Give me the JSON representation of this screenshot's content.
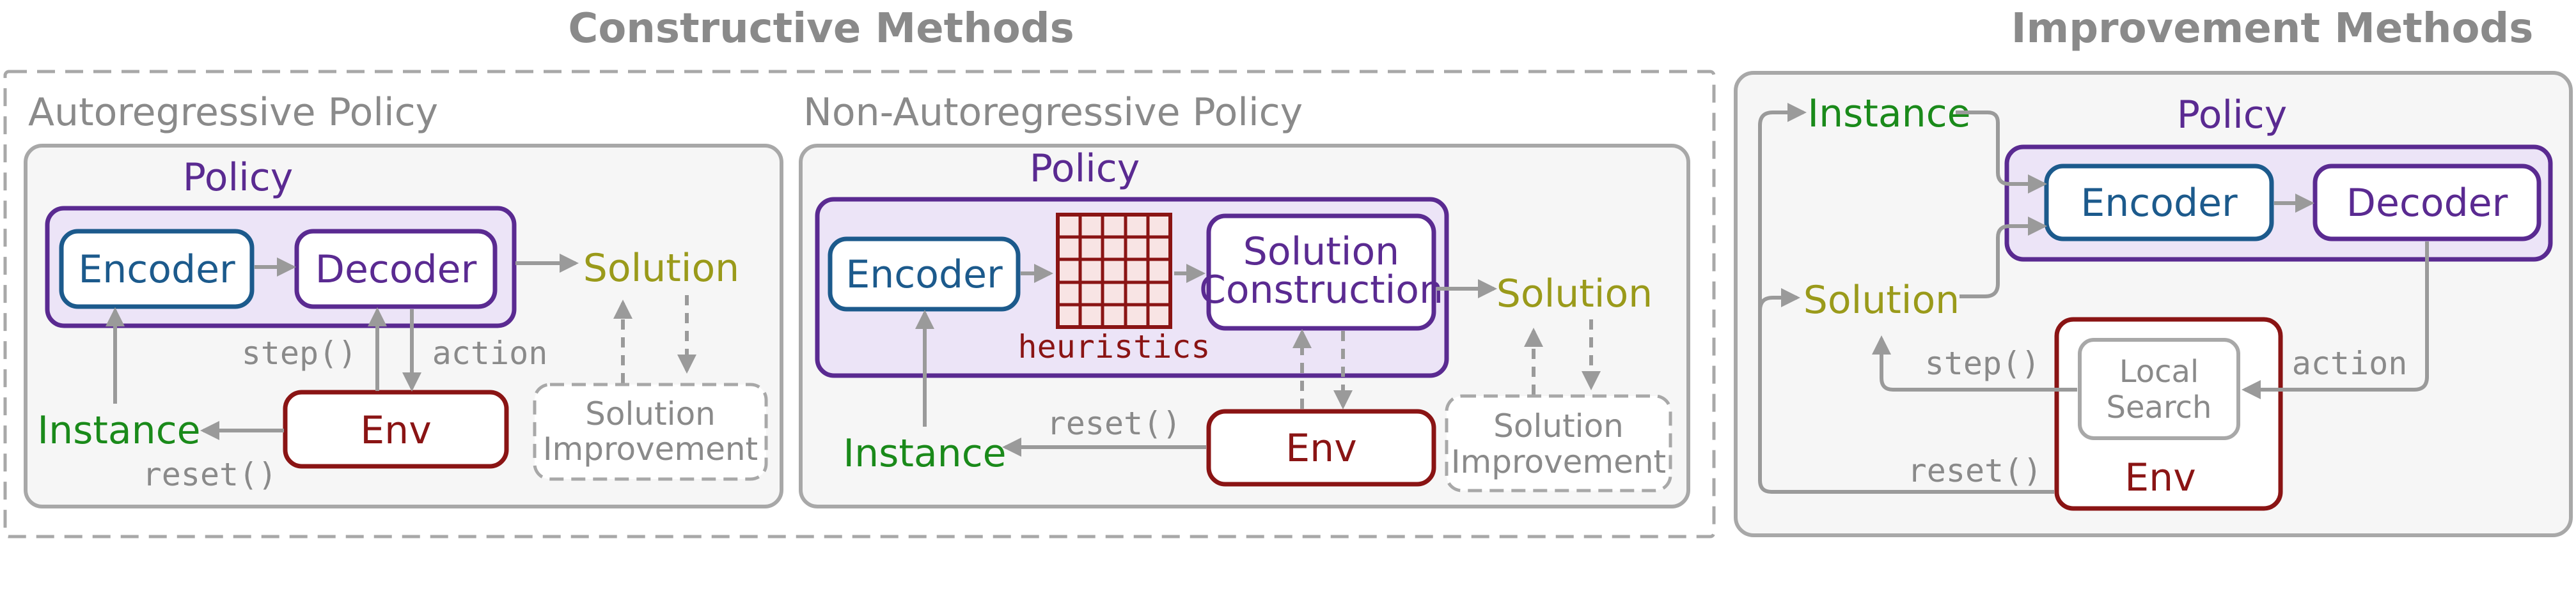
{
  "headers": {
    "constructive": "Constructive Methods",
    "improvement": "Improvement Methods"
  },
  "constructive": {
    "autoregressive": {
      "title": "Autoregressive Policy",
      "policy": "Policy",
      "encoder": "Encoder",
      "decoder": "Decoder",
      "solution": "Solution",
      "step": "step()",
      "action": "action",
      "instance": "Instance",
      "env": "Env",
      "reset": "reset()",
      "improvement_line1": "Solution",
      "improvement_line2": "Improvement"
    },
    "nonautoregressive": {
      "title": "Non-Autoregressive Policy",
      "policy": "Policy",
      "encoder": "Encoder",
      "heuristics": "heuristics",
      "construction_line1": "Solution",
      "construction_line2": "Construction",
      "solution": "Solution",
      "instance": "Instance",
      "reset": "reset()",
      "env": "Env",
      "improvement_line1": "Solution",
      "improvement_line2": "Improvement"
    }
  },
  "improvement": {
    "instance": "Instance",
    "policy": "Policy",
    "encoder": "Encoder",
    "decoder": "Decoder",
    "solution": "Solution",
    "step": "step()",
    "local_line1": "Local",
    "local_line2": "Search",
    "action": "action",
    "reset": "reset()",
    "env": "Env"
  },
  "colors": {
    "panel_border": "#a8a8a8",
    "policy_fill": "#ece4f7",
    "policy_border": "#5a2a91",
    "encoder_border": "#1c5a8c",
    "env_border": "#8a1414",
    "heuristics_fill": "#f8e4e4"
  }
}
